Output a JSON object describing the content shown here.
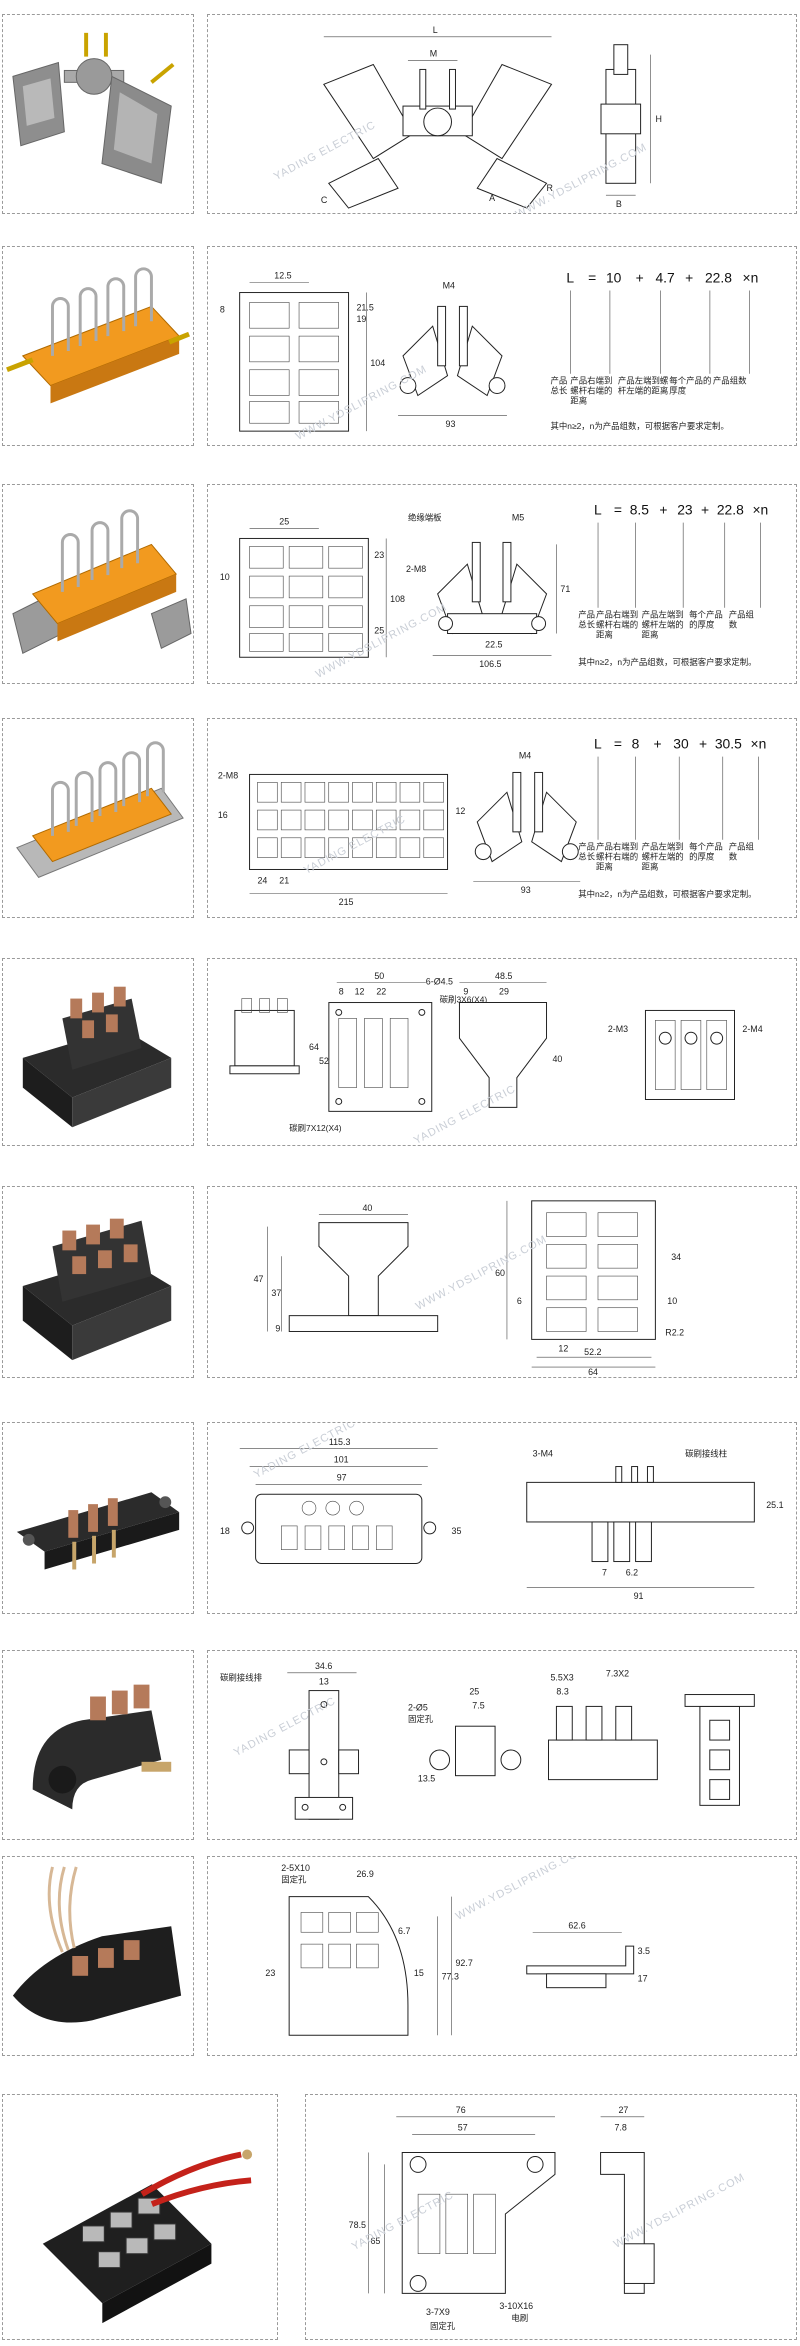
{
  "watermarks": {
    "brand": "YADING ELECTRIC",
    "site": "WWW.YDSLIPRING.COM"
  },
  "colors": {
    "orange": "#f29a1f",
    "black_plastic": "#2b2b2b",
    "copper": "#b57a5a",
    "metal": "#9b9b9b"
  },
  "rows": [
    {
      "id": 1,
      "dims": [
        "L",
        "M",
        "H",
        "B",
        "C",
        "A",
        "R"
      ]
    },
    {
      "id": 2,
      "dims": [
        "12.5",
        "8",
        "21.5",
        "19",
        "104",
        "M4",
        "93"
      ],
      "formula": {
        "lhs": "L",
        "eq": "=",
        "terms": [
          "10",
          "+",
          "4.7",
          "+",
          "22.8",
          "×n"
        ]
      },
      "legend": [
        "产品总长",
        "产品右端到螺杆右端的距离",
        "产品左端到螺杆左端的距离",
        "每个产品的厚度",
        "产品组数"
      ],
      "note": "其中n≥2，n为产品组数，可根据客户要求定制。"
    },
    {
      "id": 3,
      "dims": [
        "25",
        "10",
        "23",
        "108",
        "25",
        "M5",
        "71",
        "22.5",
        "106.5"
      ],
      "callouts": [
        "绝缘端板",
        "2-M8"
      ],
      "formula": {
        "lhs": "L",
        "eq": "=",
        "terms": [
          "8.5",
          "+",
          "23",
          "+",
          "22.8",
          "×n"
        ]
      },
      "legend": [
        "产品总长",
        "产品右端到螺杆右端的距离",
        "产品左端到螺杆左端的距离",
        "每个产品的厚度",
        "产品组数"
      ],
      "note": "其中n≥2，n为产品组数，可根据客户要求定制。"
    },
    {
      "id": 4,
      "dims": [
        "2-M8",
        "16",
        "24",
        "21",
        "215",
        "M4",
        "93",
        "12"
      ],
      "formula": {
        "lhs": "L",
        "eq": "=",
        "terms": [
          "8",
          "+",
          "30",
          "+",
          "30.5",
          "×n"
        ]
      },
      "legend": [
        "产品总长",
        "产品右端到螺杆右端的距离",
        "产品左端到螺杆左端的距离",
        "每个产品的厚度",
        "产品组数"
      ],
      "note": "其中n≥2，n为产品组数，可根据客户要求定制。"
    },
    {
      "id": 5,
      "dims": [
        "50",
        "8",
        "12",
        "22",
        "6-Ø4.5",
        "48.5",
        "9",
        "29",
        "64",
        "52",
        "40",
        "2-M3",
        "2-M4"
      ],
      "callouts": [
        "碳刷3X6(X4)",
        "碳刷7X12(X4)"
      ]
    },
    {
      "id": 6,
      "dims": [
        "40",
        "47",
        "37",
        "9",
        "60",
        "34",
        "6",
        "10",
        "12",
        "52.2",
        "64",
        "R2.2"
      ]
    },
    {
      "id": 7,
      "dims": [
        "115.3",
        "101",
        "97",
        "18",
        "35",
        "3-M4",
        "25.1",
        "7",
        "6.2",
        "91"
      ],
      "callouts": [
        "碳刷接线柱"
      ]
    },
    {
      "id": 8,
      "dims": [
        "34.6",
        "13",
        "2-Ø5",
        "25",
        "7.5",
        "13.5",
        "5.5X3",
        "8.3",
        "7.3X2"
      ],
      "callouts": [
        "碳刷接线排",
        "固定孔"
      ]
    },
    {
      "id": 9,
      "dims": [
        "2-5X10",
        "26.9",
        "6.7",
        "77.3",
        "92.7",
        "23",
        "15",
        "62.6",
        "3.5",
        "17"
      ],
      "callouts": [
        "固定孔"
      ]
    },
    {
      "id": 10,
      "dims": [
        "76",
        "27",
        "57",
        "7.8",
        "78.5",
        "65",
        "3-7X9",
        "3-10X16"
      ],
      "callouts": [
        "固定孔",
        "电刷"
      ]
    }
  ]
}
